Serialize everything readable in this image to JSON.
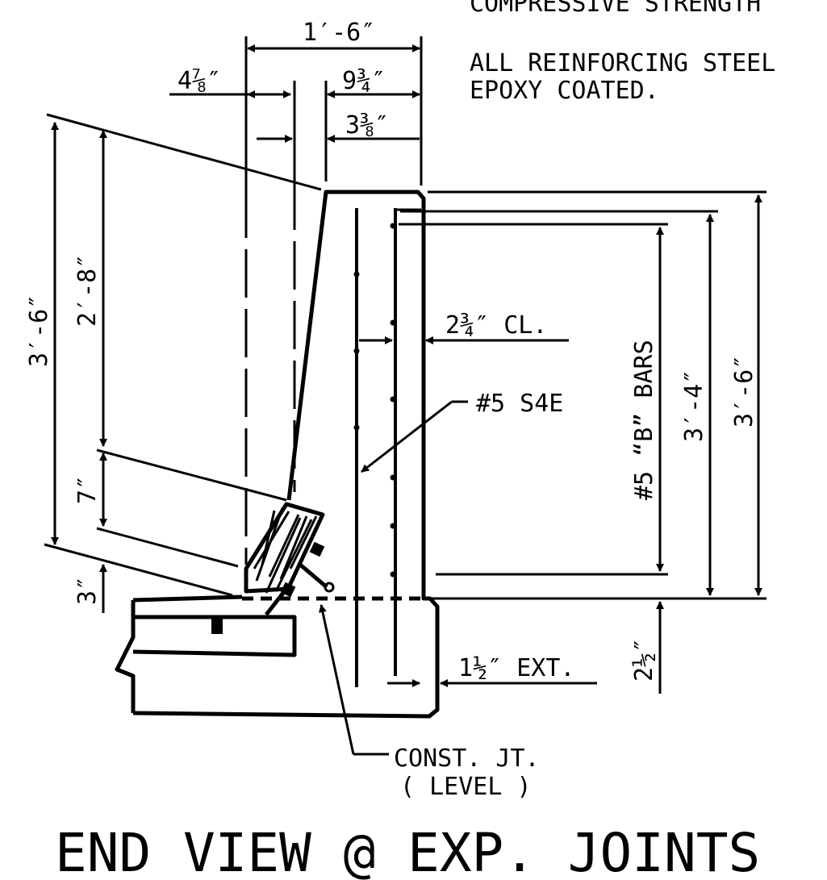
{
  "notes": {
    "line1": "COMPRESSIVE STRENGTH",
    "line2": "ALL REINFORCING STEEL",
    "line3": "EPOXY COATED."
  },
  "dims": {
    "top_width": "1′-6″",
    "left_offset": "4⅞″",
    "right_offset": "9¾″",
    "inner_offset": "3⅜″",
    "total_height_left": "3′-6″",
    "upper_height": "2′-8″",
    "slope_height": "7″",
    "base_height": "3″",
    "clearance": "2¾″ CL.",
    "bar_label": "#5 S4E",
    "b_bars": "#5 “B” BARS",
    "bars_height": "3′-4″",
    "total_height_right": "3′-6″",
    "extension": "1½″ EXT.",
    "depth": "2½″",
    "joint_line1": "CONST. JT.",
    "joint_line2": "( LEVEL )"
  },
  "title": "END VIEW @ EXP. JOINTS"
}
